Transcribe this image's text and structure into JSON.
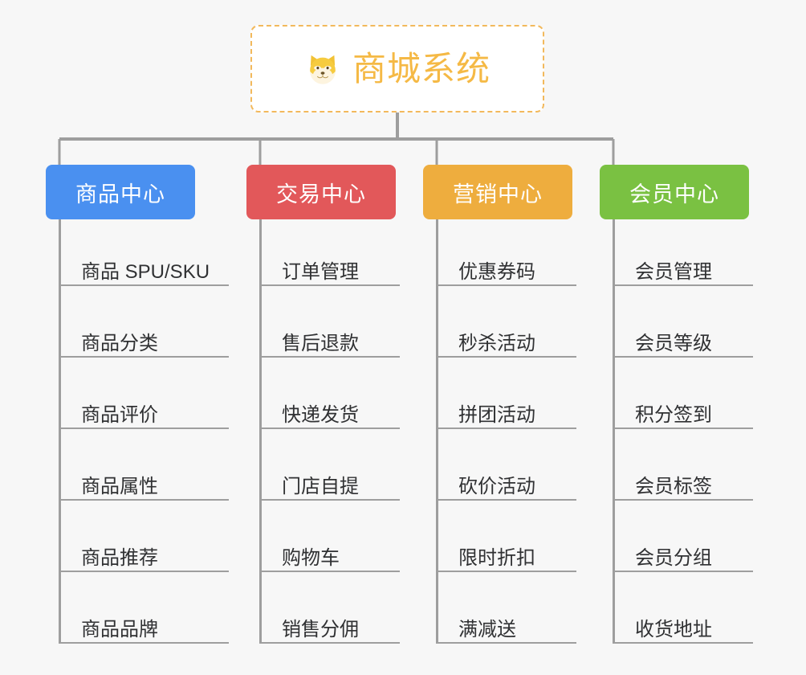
{
  "root": {
    "title": "商城系统",
    "icon": "shiba-dog-face-emoji",
    "accent": "#f5b945",
    "border_color": "#f2b95c"
  },
  "canvas": {
    "background": "#f7f7f7",
    "connector_color": "#9e9e9e"
  },
  "branches": [
    {
      "label": "商品中心",
      "color": "#4a90f0",
      "items": [
        "商品 SPU/SKU",
        "商品分类",
        "商品评价",
        "商品属性",
        "商品推荐",
        "商品品牌"
      ]
    },
    {
      "label": "交易中心",
      "color": "#e2585a",
      "items": [
        "订单管理",
        "售后退款",
        "快递发货",
        "门店自提",
        "购物车",
        "销售分佣"
      ]
    },
    {
      "label": "营销中心",
      "color": "#eead3e",
      "items": [
        "优惠券码",
        "秒杀活动",
        "拼团活动",
        "砍价活动",
        "限时折扣",
        "满减送"
      ]
    },
    {
      "label": "会员中心",
      "color": "#7ac142",
      "items": [
        "会员管理",
        "会员等级",
        "积分签到",
        "会员标签",
        "会员分组",
        "收货地址"
      ]
    }
  ]
}
